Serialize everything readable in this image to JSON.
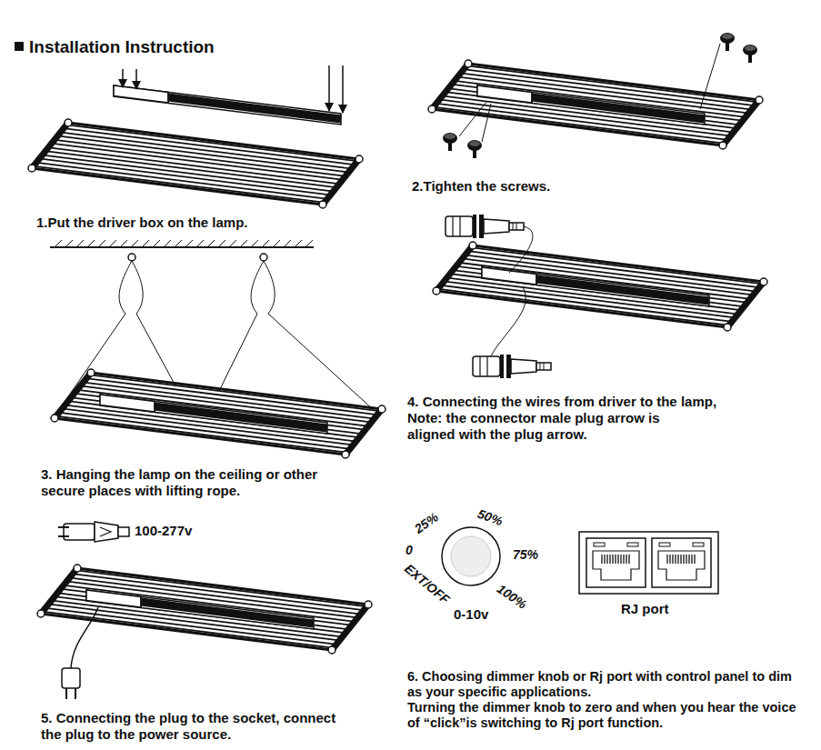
{
  "diagram": {
    "title": "Installation Instruction",
    "labels": [
      "1.Put the driver box on the lamp.",
      "2.Tighten the screws.",
      "3. Hanging the lamp on the ceiling or other secure places with lifting rope.",
      "4. Connecting the wires from driver to the lamp,",
      "Note: the connector male plug arrow is aligned with the plug arrow.",
      "100-277v",
      "5. Connecting the plug to the socket, connect the plug to the power source.",
      "25%",
      "50%",
      "0",
      "75%",
      "EXT/OFF",
      "100%",
      "0-10v",
      "RJ port",
      "6. Choosing dimmer knob or Rj port with control panel to dim as your specific applications.",
      "Turning the dimmer knob to zero and when you hear the voice of “click”is switching to Rj port function."
    ]
  }
}
